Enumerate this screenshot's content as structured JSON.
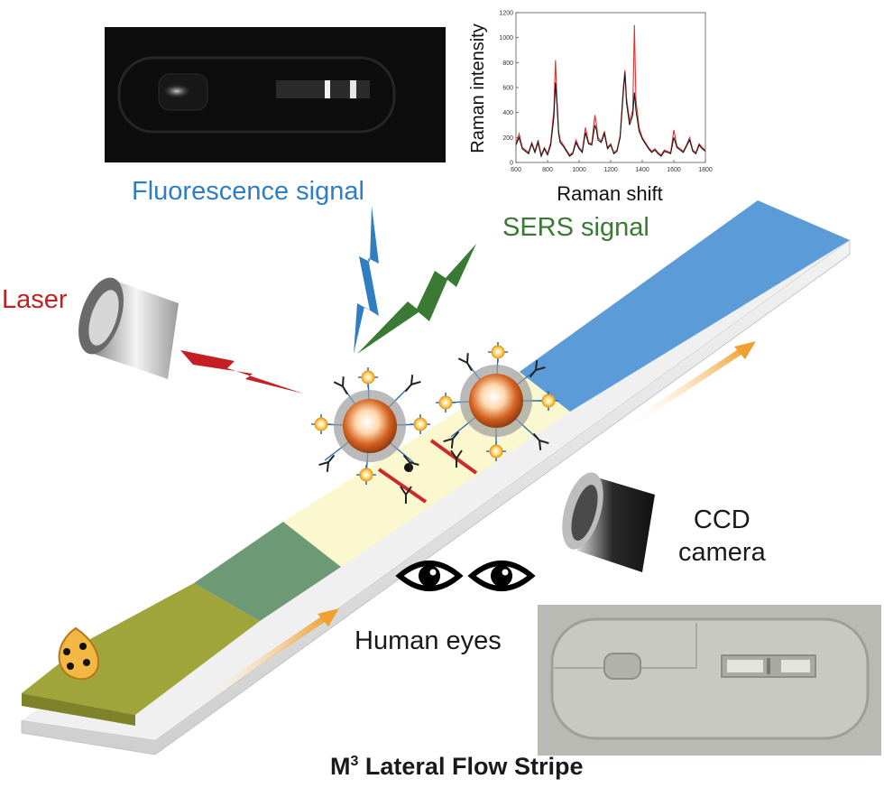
{
  "labels": {
    "fluorescence": "Fluorescence signal",
    "sers": "SERS signal",
    "laser": "Laser",
    "ccd_line1": "CCD",
    "ccd_line2": "camera",
    "human_eyes": "Human eyes",
    "title_main": "M",
    "title_sup": "3",
    "title_rest": " Lateral Flow Stripe"
  },
  "raman_plot": {
    "xlabel": "Raman shift",
    "ylabel": "Raman intensity",
    "x_ticks": [
      "600",
      "800",
      "1000",
      "1200",
      "1400",
      "1600",
      "1800"
    ],
    "y_ticks": [
      "0",
      "200",
      "400",
      "600",
      "800",
      "1000",
      "1200"
    ],
    "xlim": [
      600,
      1800
    ],
    "ylim": [
      0,
      1200
    ],
    "series": [
      {
        "color": "#e23030",
        "x": [
          600,
          620,
          640,
          660,
          680,
          700,
          720,
          740,
          760,
          780,
          800,
          820,
          840,
          850,
          860,
          870,
          880,
          900,
          920,
          940,
          960,
          980,
          1000,
          1020,
          1040,
          1060,
          1080,
          1100,
          1110,
          1120,
          1140,
          1160,
          1180,
          1200,
          1220,
          1240,
          1260,
          1280,
          1290,
          1300,
          1320,
          1340,
          1350,
          1360,
          1380,
          1400,
          1420,
          1440,
          1460,
          1480,
          1500,
          1520,
          1540,
          1560,
          1580,
          1600,
          1620,
          1640,
          1660,
          1680,
          1700,
          1720,
          1740,
          1760,
          1780,
          1800
        ],
        "y": [
          150,
          230,
          120,
          100,
          80,
          160,
          90,
          180,
          60,
          120,
          70,
          160,
          420,
          820,
          500,
          250,
          180,
          140,
          100,
          60,
          80,
          180,
          120,
          90,
          280,
          160,
          150,
          380,
          300,
          200,
          170,
          250,
          120,
          150,
          80,
          100,
          220,
          600,
          740,
          520,
          330,
          420,
          1100,
          500,
          280,
          200,
          160,
          120,
          90,
          110,
          80,
          60,
          100,
          90,
          80,
          260,
          130,
          110,
          90,
          140,
          200,
          100,
          80,
          150,
          120,
          100
        ]
      },
      {
        "color": "#1a1a1a",
        "x": [
          600,
          620,
          640,
          660,
          680,
          700,
          720,
          740,
          760,
          780,
          800,
          820,
          840,
          850,
          860,
          870,
          880,
          900,
          920,
          940,
          960,
          980,
          1000,
          1020,
          1040,
          1060,
          1080,
          1100,
          1110,
          1120,
          1140,
          1160,
          1180,
          1200,
          1220,
          1240,
          1260,
          1280,
          1290,
          1300,
          1320,
          1340,
          1350,
          1360,
          1380,
          1400,
          1420,
          1440,
          1460,
          1480,
          1500,
          1520,
          1540,
          1560,
          1580,
          1600,
          1620,
          1640,
          1660,
          1680,
          1700,
          1720,
          1740,
          1760,
          1780,
          1800
        ],
        "y": [
          140,
          200,
          110,
          90,
          70,
          150,
          80,
          160,
          50,
          110,
          60,
          140,
          360,
          640,
          460,
          230,
          160,
          130,
          90,
          50,
          70,
          160,
          110,
          80,
          240,
          150,
          140,
          300,
          260,
          180,
          160,
          230,
          110,
          140,
          70,
          90,
          200,
          560,
          720,
          480,
          300,
          380,
          560,
          420,
          250,
          190,
          150,
          110,
          80,
          100,
          70,
          50,
          90,
          80,
          70,
          200,
          120,
          100,
          80,
          130,
          180,
          90,
          70,
          140,
          110,
          90
        ]
      }
    ]
  },
  "colors": {
    "fluorescence": "#2f7ec2",
    "sers": "#3a7a35",
    "laser": "#c31f24",
    "sample_pad": "#9fa53a",
    "conjugate_pad": "#6d9a74",
    "membrane": "#fbf7cf",
    "absorbent_pad": "#5b9bd8",
    "test_line": "#cc2a2a",
    "nanoparticle_core": "#d4621f"
  },
  "icons": {
    "laser_source": "laser-head-icon",
    "ccd": "camera-icon",
    "eye": "eye-icon",
    "droplet": "sample-droplet-icon"
  }
}
